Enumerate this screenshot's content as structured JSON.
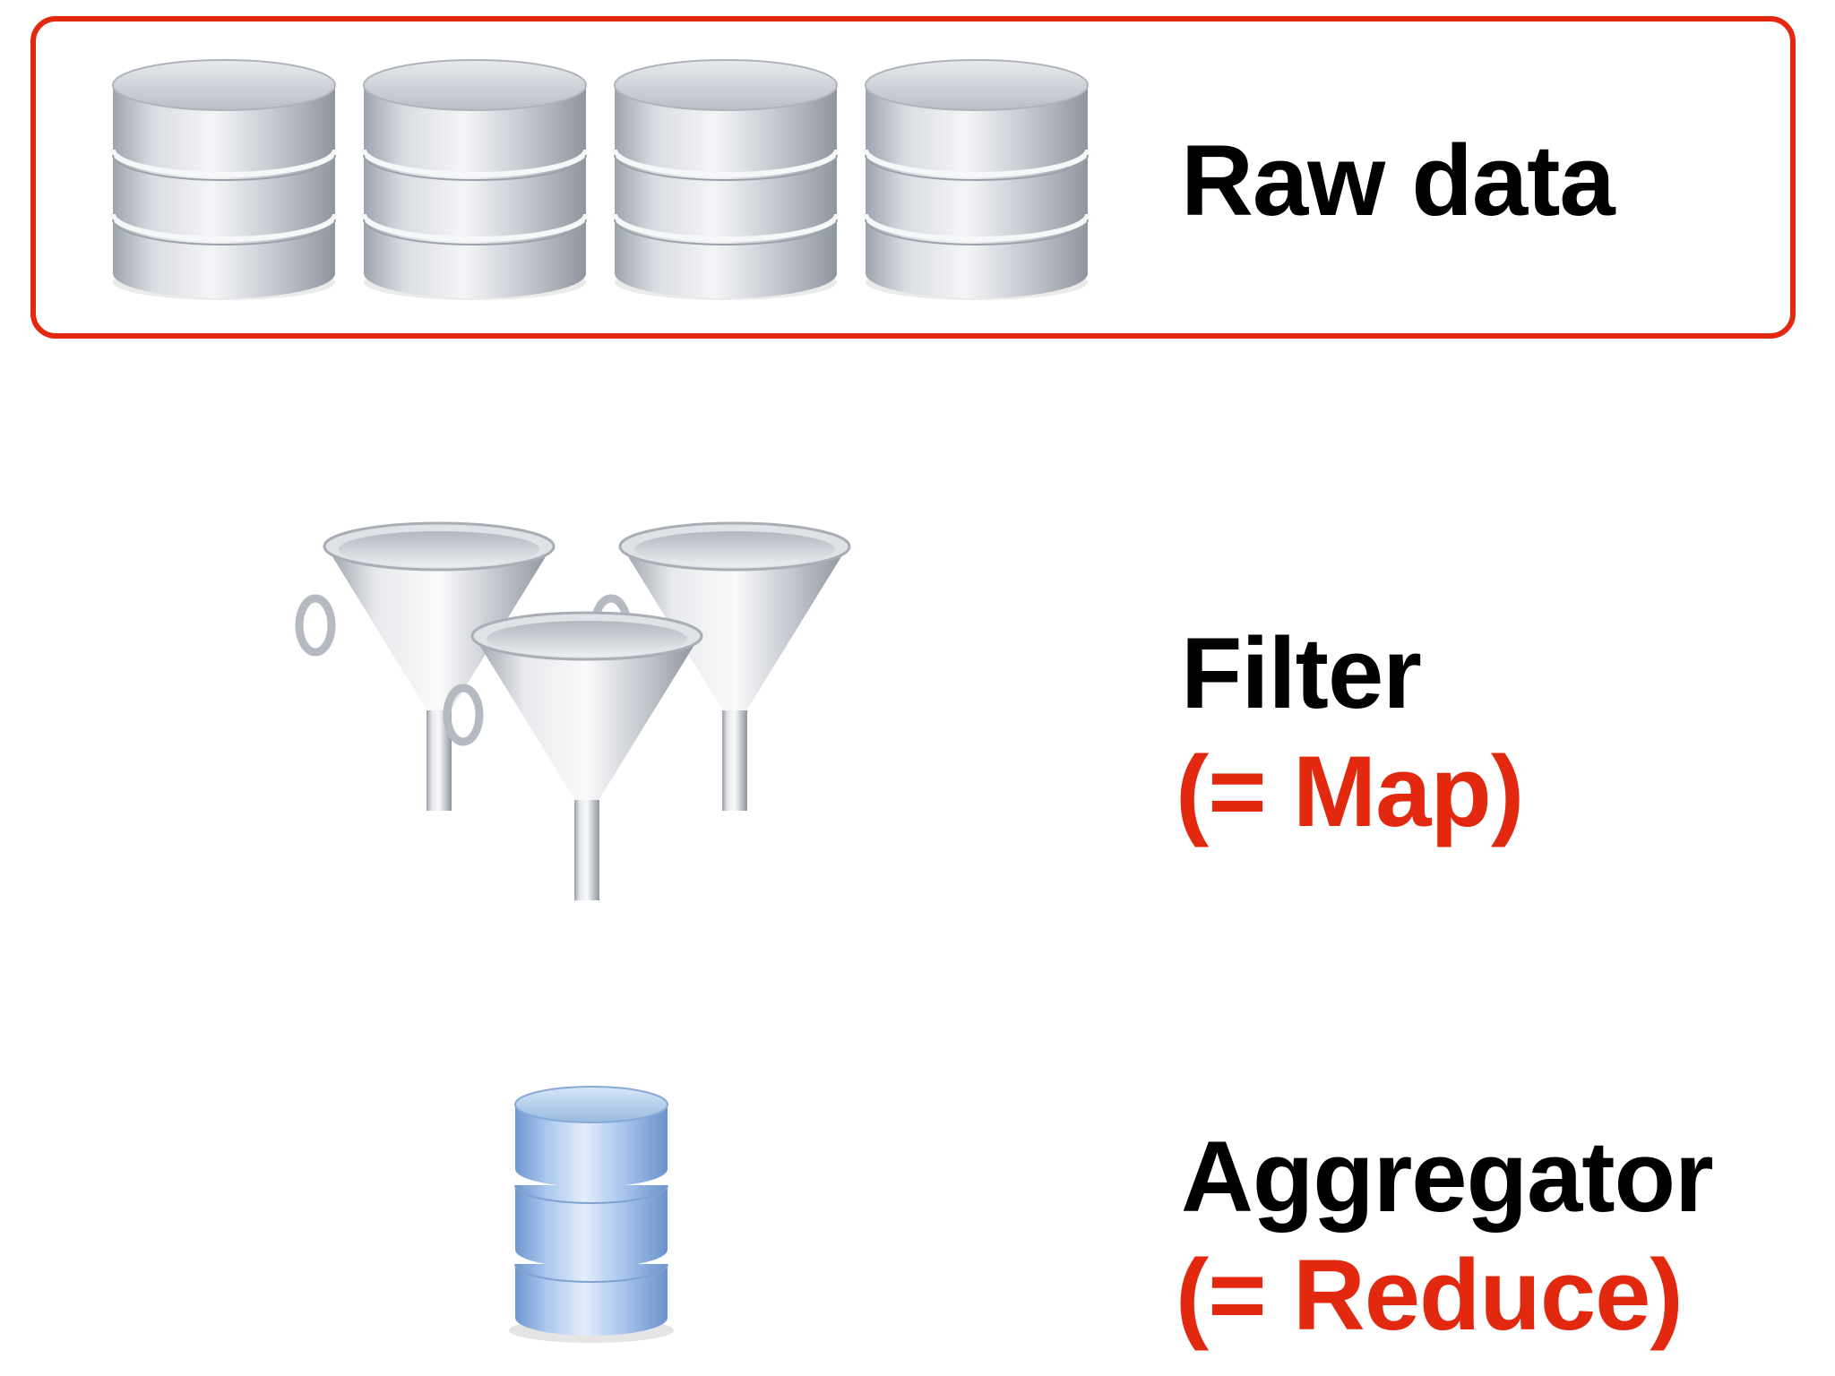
{
  "stages": {
    "raw_data": {
      "title": "Raw data",
      "icon": "database-icon",
      "icon_count": 4
    },
    "filter": {
      "title": "Filter",
      "subtitle": "(= Map)",
      "icon": "funnel-icon",
      "icon_count": 3
    },
    "aggregator": {
      "title": "Aggregator",
      "subtitle": "(= Reduce)",
      "icon": "database-icon",
      "icon_count": 1
    }
  },
  "colors": {
    "accent": "#e2280f",
    "text": "#000000",
    "silver_db": "#c5cad3",
    "blue_db": "#9fc0ea",
    "funnel": "#c8ccd2"
  }
}
